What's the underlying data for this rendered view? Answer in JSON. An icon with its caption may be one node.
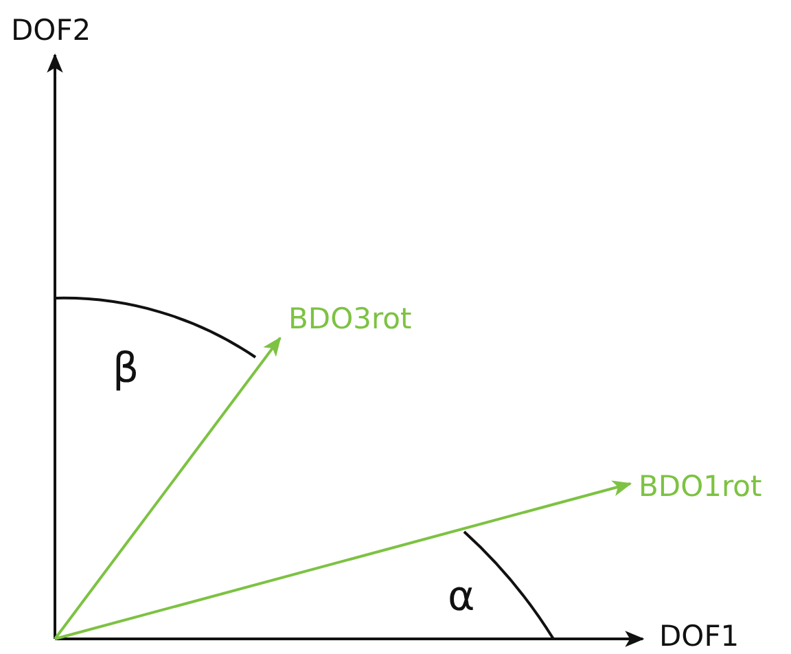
{
  "diagram": {
    "nodes": [
      {
        "text": [
          "BDO3rot"
        ]
      },
      {
        "text": [
          "BDO1rot"
        ]
      }
    ],
    "edges": [
      {
        "from": null,
        "to": 0,
        "arrow": "to"
      },
      {
        "from": null,
        "to": 1,
        "arrow": "to"
      }
    ],
    "labels": [
      "DOF2",
      "DOF1",
      "β",
      "α"
    ]
  }
}
